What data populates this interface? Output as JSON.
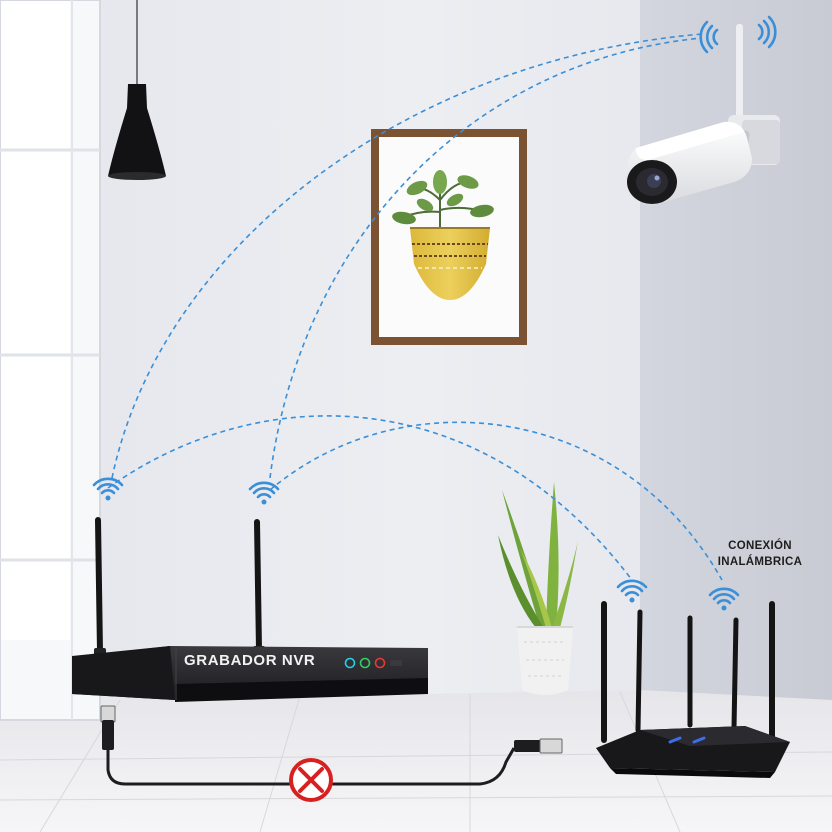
{
  "labels": {
    "nvr": "GRABADOR NVR",
    "connection_line1": "CONEXIÓN",
    "connection_line2": "INALÁMBRICA"
  },
  "icons": {
    "wifi": "wifi-signal-icon",
    "no_cable": "no-cable-icon"
  },
  "colors": {
    "signal": "#3a8fd8",
    "no_cable": "#d82020"
  }
}
